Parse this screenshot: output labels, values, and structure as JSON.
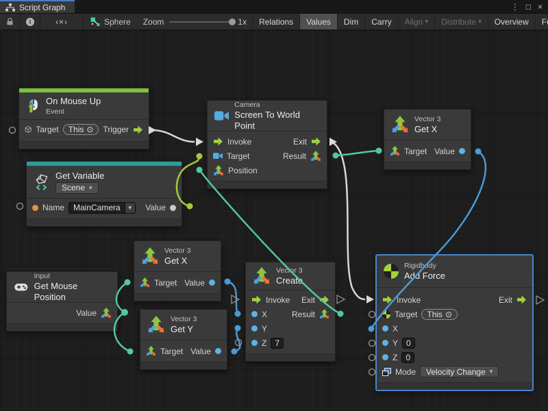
{
  "window": {
    "tab_title": "Script Graph",
    "controls": {
      "menu": "⋮",
      "maximize": "□",
      "close": "×"
    }
  },
  "toolbar": {
    "code_glyph": "‹×›",
    "selected_object": "Sphere",
    "zoom_label": "Zoom",
    "zoom_value": "1x",
    "caret": "▾",
    "buttons": [
      {
        "label": "Relations"
      },
      {
        "label": "Values"
      },
      {
        "label": "Dim"
      },
      {
        "label": "Carry"
      },
      {
        "label": "Align"
      },
      {
        "label": "Distribute"
      },
      {
        "label": "Overview"
      },
      {
        "label": "Full Screen"
      }
    ]
  },
  "glyphs": {
    "caret": "▾",
    "target_symbol": "⊙"
  },
  "nodes": {
    "on_mouse_up": {
      "title": "On Mouse Up",
      "subtitle": "Event",
      "target_label": "Target",
      "target_value": "This",
      "trigger_label": "Trigger"
    },
    "get_variable": {
      "title": "Get Variable",
      "scope": "Scene",
      "name_label": "Name",
      "name_value": "MainCamera",
      "value_label": "Value"
    },
    "camera": {
      "category": "Camera",
      "title": "Screen To World Point",
      "invoke": "Invoke",
      "target": "Target",
      "position": "Position",
      "exit": "Exit",
      "result": "Result"
    },
    "get_x_top": {
      "category": "Vector 3",
      "title": "Get X",
      "target": "Target",
      "value": "Value"
    },
    "get_mouse_position": {
      "category": "Input",
      "title": "Get Mouse Position",
      "value": "Value"
    },
    "get_x_mid": {
      "category": "Vector 3",
      "title": "Get X",
      "target": "Target",
      "value": "Value"
    },
    "get_y": {
      "category": "Vector 3",
      "title": "Get Y",
      "target": "Target",
      "value": "Value"
    },
    "create": {
      "category": "Vector 3",
      "title": "Create",
      "invoke": "Invoke",
      "exit": "Exit",
      "result": "Result",
      "x": "X",
      "y": "Y",
      "z": "Z",
      "z_value": "7"
    },
    "add_force": {
      "category": "Rigidbody",
      "title": "Add Force",
      "invoke": "Invoke",
      "exit": "Exit",
      "target": "Target",
      "target_value": "This",
      "x": "X",
      "y": "Y",
      "z": "Z",
      "y_value": "0",
      "z_value": "0",
      "mode_label": "Mode",
      "mode_value": "Velocity Change"
    }
  },
  "colors": {
    "event_bar": "#7cc13f",
    "variable_bar": "#2b9e94",
    "selection_outline": "#4a86c8",
    "wire_white": "#d9d9d9",
    "wire_lime": "#a4cb3a",
    "wire_teal": "#52c8a0",
    "wire_blue": "#4a9ad6",
    "port_flow": "#9ed041",
    "port_float": "#5fb2e5",
    "port_string": "#e9903f",
    "port_generic": "#c9c9c9"
  }
}
